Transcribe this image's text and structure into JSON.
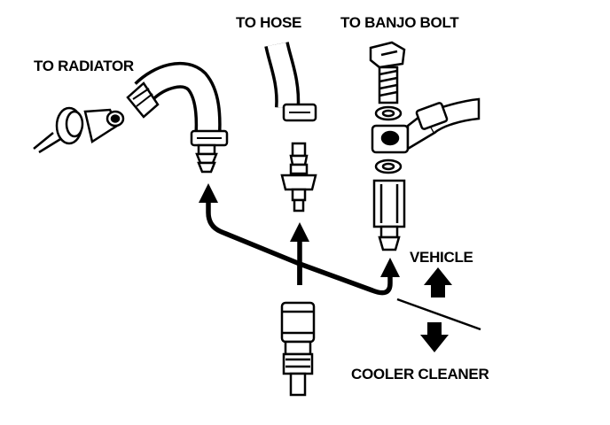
{
  "labels": {
    "to_radiator": "TO RADIATOR",
    "to_hose": "TO HOSE",
    "to_banjo_bolt": "TO BANJO BOLT",
    "vehicle": "VEHICLE",
    "cooler_cleaner": "COOLER CLEANER"
  },
  "colors": {
    "ink": "#000000",
    "paper": "#ffffff"
  }
}
